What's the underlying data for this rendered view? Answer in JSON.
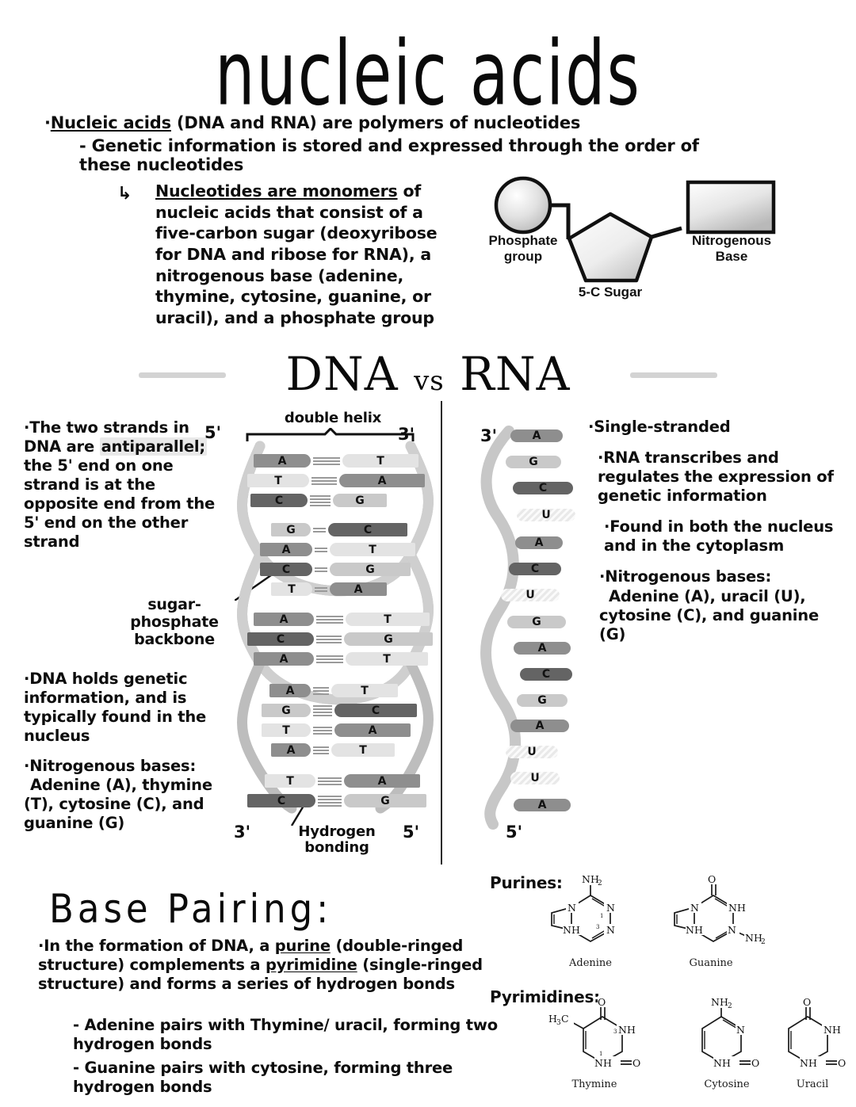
{
  "title": "nucleic acids",
  "intro": {
    "bullet1_underlined": "Nucleic acids",
    "bullet1_rest": " (DNA and RNA) are polymers of nucleotides",
    "bullet2": "- Genetic information is stored and expressed through the order of these nucleotides",
    "bullet3_underlined": "Nucleotides are monomers",
    "bullet3_rest": " of nucleic acids that consist of a five-carbon sugar (deoxyribose for DNA and ribose for RNA), a nitrogenous base (adenine, thymine, cytosine, guanine, or uracil), and a phosphate group",
    "arrow": "↳"
  },
  "nucleotide_diagram": {
    "phosphate_label": "Phosphate\ngroup",
    "phosphate_line1": "Phosphate",
    "phosphate_line2": "group",
    "sugar_label": "5-C Sugar",
    "base_line1": "Nitrogenous",
    "base_line2": "Base"
  },
  "section_header": {
    "dna": "DNA",
    "vs": "vs",
    "rna": "RNA"
  },
  "dna": {
    "label_double_helix": "double helix",
    "label_sugar_phosphate": "sugar-\nphosphate\nbackbone",
    "label_sp_l1": "sugar-",
    "label_sp_l2": "phosphate",
    "label_sp_l3": "backbone",
    "label_hydrogen_l1": "Hydrogen",
    "label_hydrogen_l2": "bonding",
    "end_5_top": "5'",
    "end_3_top": "3'",
    "end_3_bottom": "3'",
    "end_5_bottom": "5'",
    "text1_pre": "The two strands in DNA are ",
    "text1_hl": "antiparallel;",
    "text1_post": " the 5' end on one strand is at the opposite end from the 5' end on the other strand",
    "text2": "DNA holds genetic information, and is typically found in the nucleus",
    "text3_head": "Nitrogenous bases:",
    "text3_body": "Adenine (A), thymine (T), cytosine (C), and guanine (G)",
    "base_pairs": [
      {
        "left": "A",
        "right": "T",
        "bonds": 3
      },
      {
        "left": "T",
        "right": "A",
        "bonds": 3
      },
      {
        "left": "C",
        "right": "G",
        "bonds": 4
      },
      {
        "left": "G",
        "right": "C",
        "bonds": 2
      },
      {
        "left": "A",
        "right": "T",
        "bonds": 2
      },
      {
        "left": "C",
        "right": "G",
        "bonds": 2
      },
      {
        "left": "T",
        "right": "A",
        "bonds": 2
      },
      {
        "left": "A",
        "right": "T",
        "bonds": 3
      },
      {
        "left": "C",
        "right": "G",
        "bonds": 3
      },
      {
        "left": "A",
        "right": "T",
        "bonds": 3
      },
      {
        "left": "A",
        "right": "T",
        "bonds": 3
      },
      {
        "left": "G",
        "right": "C",
        "bonds": 4
      },
      {
        "left": "T",
        "right": "A",
        "bonds": 3
      },
      {
        "left": "A",
        "right": "T",
        "bonds": 3
      },
      {
        "left": "T",
        "right": "A",
        "bonds": 3
      },
      {
        "left": "C",
        "right": "G",
        "bonds": 4
      }
    ]
  },
  "rna": {
    "end_3": "3'",
    "end_5": "5'",
    "bases": [
      "A",
      "G",
      "C",
      "U",
      "A",
      "C",
      "U",
      "G",
      "A",
      "C",
      "G",
      "A",
      "U",
      "U",
      "A"
    ],
    "text1": "Single-stranded",
    "text2": "RNA transcribes and regulates the expression of genetic information",
    "text3": "Found in both the nucleus and in the cytoplasm",
    "text4_head": "Nitrogenous bases:",
    "text4_body": "Adenine (A), uracil (U), cytosine (C), and guanine (G)"
  },
  "base_pairing": {
    "title": "Base Pairing:",
    "para_a": "In the formation of DNA, a ",
    "para_purine": "purine",
    "para_b": " (double-ringed structure) complements a ",
    "para_pyrimidine": "pyrimidine",
    "para_c": " (single-ringed structure) and forms a series of hydrogen bonds",
    "sub1": "- Adenine pairs with Thymine/ uracil, forming two hydrogen bonds",
    "sub2": "- Guanine pairs with cytosine, forming three hydrogen bonds",
    "purines_label": "Purines:",
    "pyrimidines_label": "Pyrimidines:",
    "structures": {
      "adenine": {
        "name": "Adenine",
        "atoms": [
          "NH2",
          "N",
          "N",
          "NH",
          "N"
        ],
        "ring_numbers": [
          "1",
          "3"
        ]
      },
      "guanine": {
        "name": "Guanine",
        "atoms": [
          "O",
          "N",
          "NH",
          "NH",
          "N",
          "NH2"
        ]
      },
      "thymine": {
        "name": "Thymine",
        "atoms": [
          "O",
          "H3C",
          "NH",
          "NH",
          "O"
        ],
        "ring_numbers": [
          "3",
          "1"
        ]
      },
      "cytosine": {
        "name": "Cytosine",
        "atoms": [
          "NH2",
          "N",
          "NH",
          "O"
        ]
      },
      "uracil": {
        "name": "Uracil",
        "atoms": [
          "O",
          "NH",
          "NH",
          "O"
        ]
      }
    }
  },
  "colors": {
    "base_A": "#8e8e8e",
    "base_T": "#e3e3e3",
    "base_C": "#646464",
    "base_G": "#c9c9c9",
    "backbone": "#bdbdbd",
    "rule": "#d3d3d3",
    "divider": "#2b2b2b"
  }
}
